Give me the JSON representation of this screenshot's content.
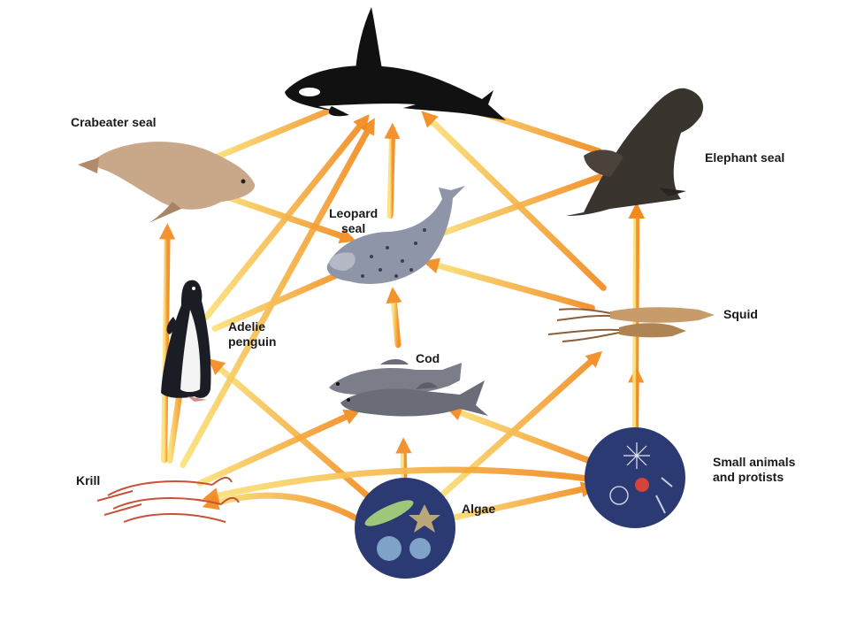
{
  "diagram": {
    "organisms": [
      {
        "id": "orca",
        "label": ""
      },
      {
        "id": "crabeater-seal",
        "label": "Crabeater seal"
      },
      {
        "id": "elephant-seal",
        "label": "Elephant seal"
      },
      {
        "id": "leopard-seal",
        "label": "Leopard\nseal"
      },
      {
        "id": "adelie-penguin",
        "label": "Adelie\npenguin"
      },
      {
        "id": "squid",
        "label": "Squid"
      },
      {
        "id": "cod",
        "label": "Cod"
      },
      {
        "id": "krill",
        "label": "Krill"
      },
      {
        "id": "algae",
        "label": "Algae"
      },
      {
        "id": "small-animals",
        "label": "Small animals\nand protists"
      }
    ],
    "links": [
      {
        "from": "algae",
        "to": "krill"
      },
      {
        "from": "algae",
        "to": "small-animals"
      },
      {
        "from": "algae",
        "to": "cod"
      },
      {
        "from": "algae",
        "to": "adelie-penguin"
      },
      {
        "from": "algae",
        "to": "squid"
      },
      {
        "from": "small-animals",
        "to": "krill"
      },
      {
        "from": "small-animals",
        "to": "cod"
      },
      {
        "from": "small-animals",
        "to": "squid"
      },
      {
        "from": "krill",
        "to": "adelie-penguin"
      },
      {
        "from": "krill",
        "to": "crabeater-seal"
      },
      {
        "from": "krill",
        "to": "cod"
      },
      {
        "from": "krill",
        "to": "orca"
      },
      {
        "from": "adelie-penguin",
        "to": "leopard-seal"
      },
      {
        "from": "adelie-penguin",
        "to": "orca"
      },
      {
        "from": "cod",
        "to": "leopard-seal"
      },
      {
        "from": "squid",
        "to": "leopard-seal"
      },
      {
        "from": "squid",
        "to": "elephant-seal"
      },
      {
        "from": "squid",
        "to": "orca"
      },
      {
        "from": "crabeater-seal",
        "to": "orca"
      },
      {
        "from": "crabeater-seal",
        "to": "leopard-seal"
      },
      {
        "from": "leopard-seal",
        "to": "orca"
      },
      {
        "from": "elephant-seal",
        "to": "orca"
      },
      {
        "from": "elephant-seal",
        "to": "leopard-seal"
      },
      {
        "from": "small-animals",
        "to": "elephant-seal"
      }
    ]
  },
  "colors": {
    "arrow_start": "#fbe27a",
    "arrow_end": "#f28a1e"
  }
}
